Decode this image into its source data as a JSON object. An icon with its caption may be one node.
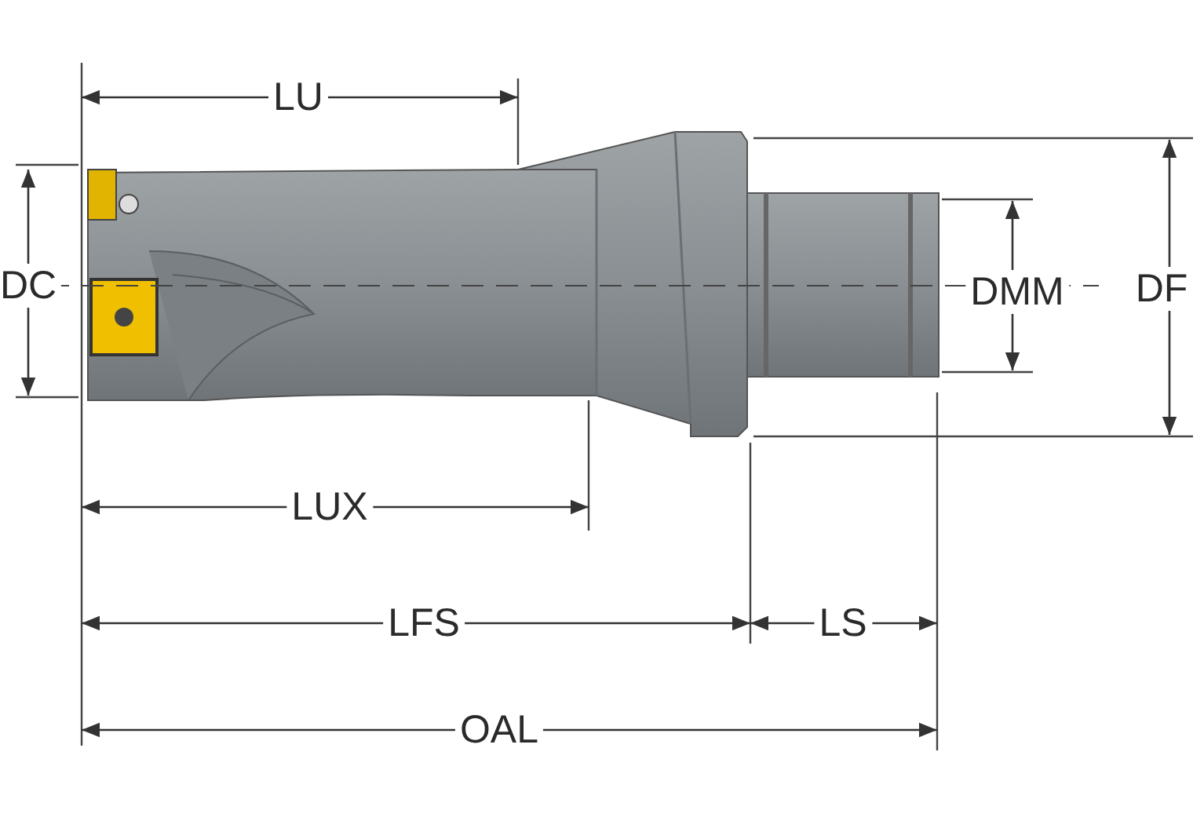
{
  "diagram": {
    "labels": [
      "LU",
      "DC",
      "DMM",
      "DF",
      "LUX",
      "LFS",
      "LS",
      "OAL"
    ]
  }
}
